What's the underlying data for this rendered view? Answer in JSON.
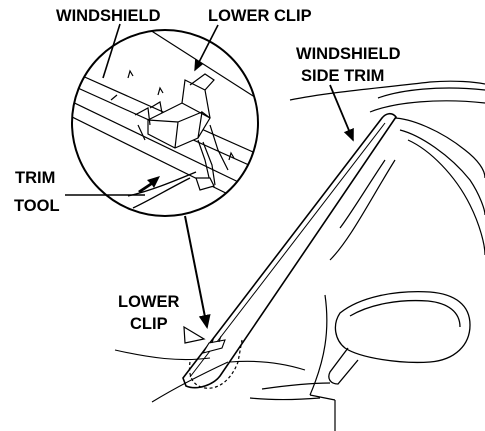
{
  "labels": {
    "windshield": "WINDSHIELD",
    "lower_clip_top": "LOWER CLIP",
    "side_trim_line1": "WINDSHIELD",
    "side_trim_line2": "SIDE TRIM",
    "trim_line1": "TRIM",
    "trim_line2": "TOOL",
    "lower_clip_bottom_line1": "LOWER",
    "lower_clip_bottom_line2": "CLIP"
  },
  "colors": {
    "ink": "#000000",
    "paper": "#ffffff"
  }
}
